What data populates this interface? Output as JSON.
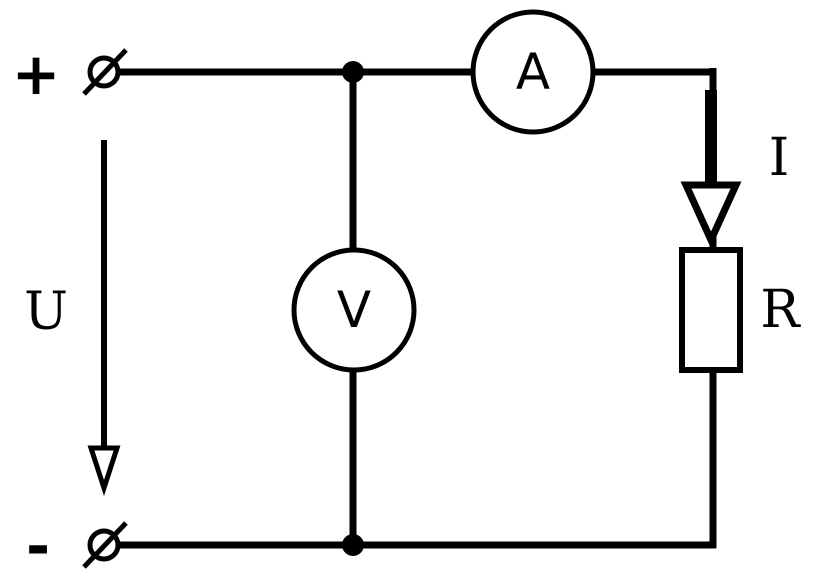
{
  "terminals": {
    "positive_sign": "+",
    "negative_sign": "-"
  },
  "ammeter": {
    "label": "A"
  },
  "voltmeter": {
    "label": "V"
  },
  "labels": {
    "voltage": "U",
    "current": "I",
    "resistance": "R"
  },
  "colors": {
    "line": "#000000",
    "background": "#ffffff"
  },
  "icons": {
    "terminal": "terminal-icon",
    "junction": "junction-dot-icon",
    "arrow": "arrow-icon"
  }
}
